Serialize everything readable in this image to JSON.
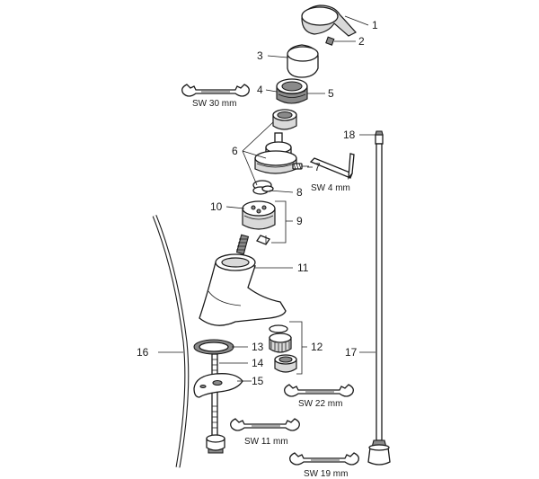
{
  "parts": {
    "p1": "1",
    "p2": "2",
    "p3": "3",
    "p4": "4",
    "p5": "5",
    "p6": "6",
    "p7": "7",
    "p8": "8",
    "p9": "9",
    "p10": "10",
    "p11": "11",
    "p12": "12",
    "p13": "13",
    "p14": "14",
    "p15": "15",
    "p16": "16",
    "p17": "17",
    "p18": "18"
  },
  "wrenches": {
    "sw30": "SW 30 mm",
    "sw4": "SW 4 mm",
    "sw22": "SW 22 mm",
    "sw11": "SW 11 mm",
    "sw19": "SW 19 mm"
  }
}
